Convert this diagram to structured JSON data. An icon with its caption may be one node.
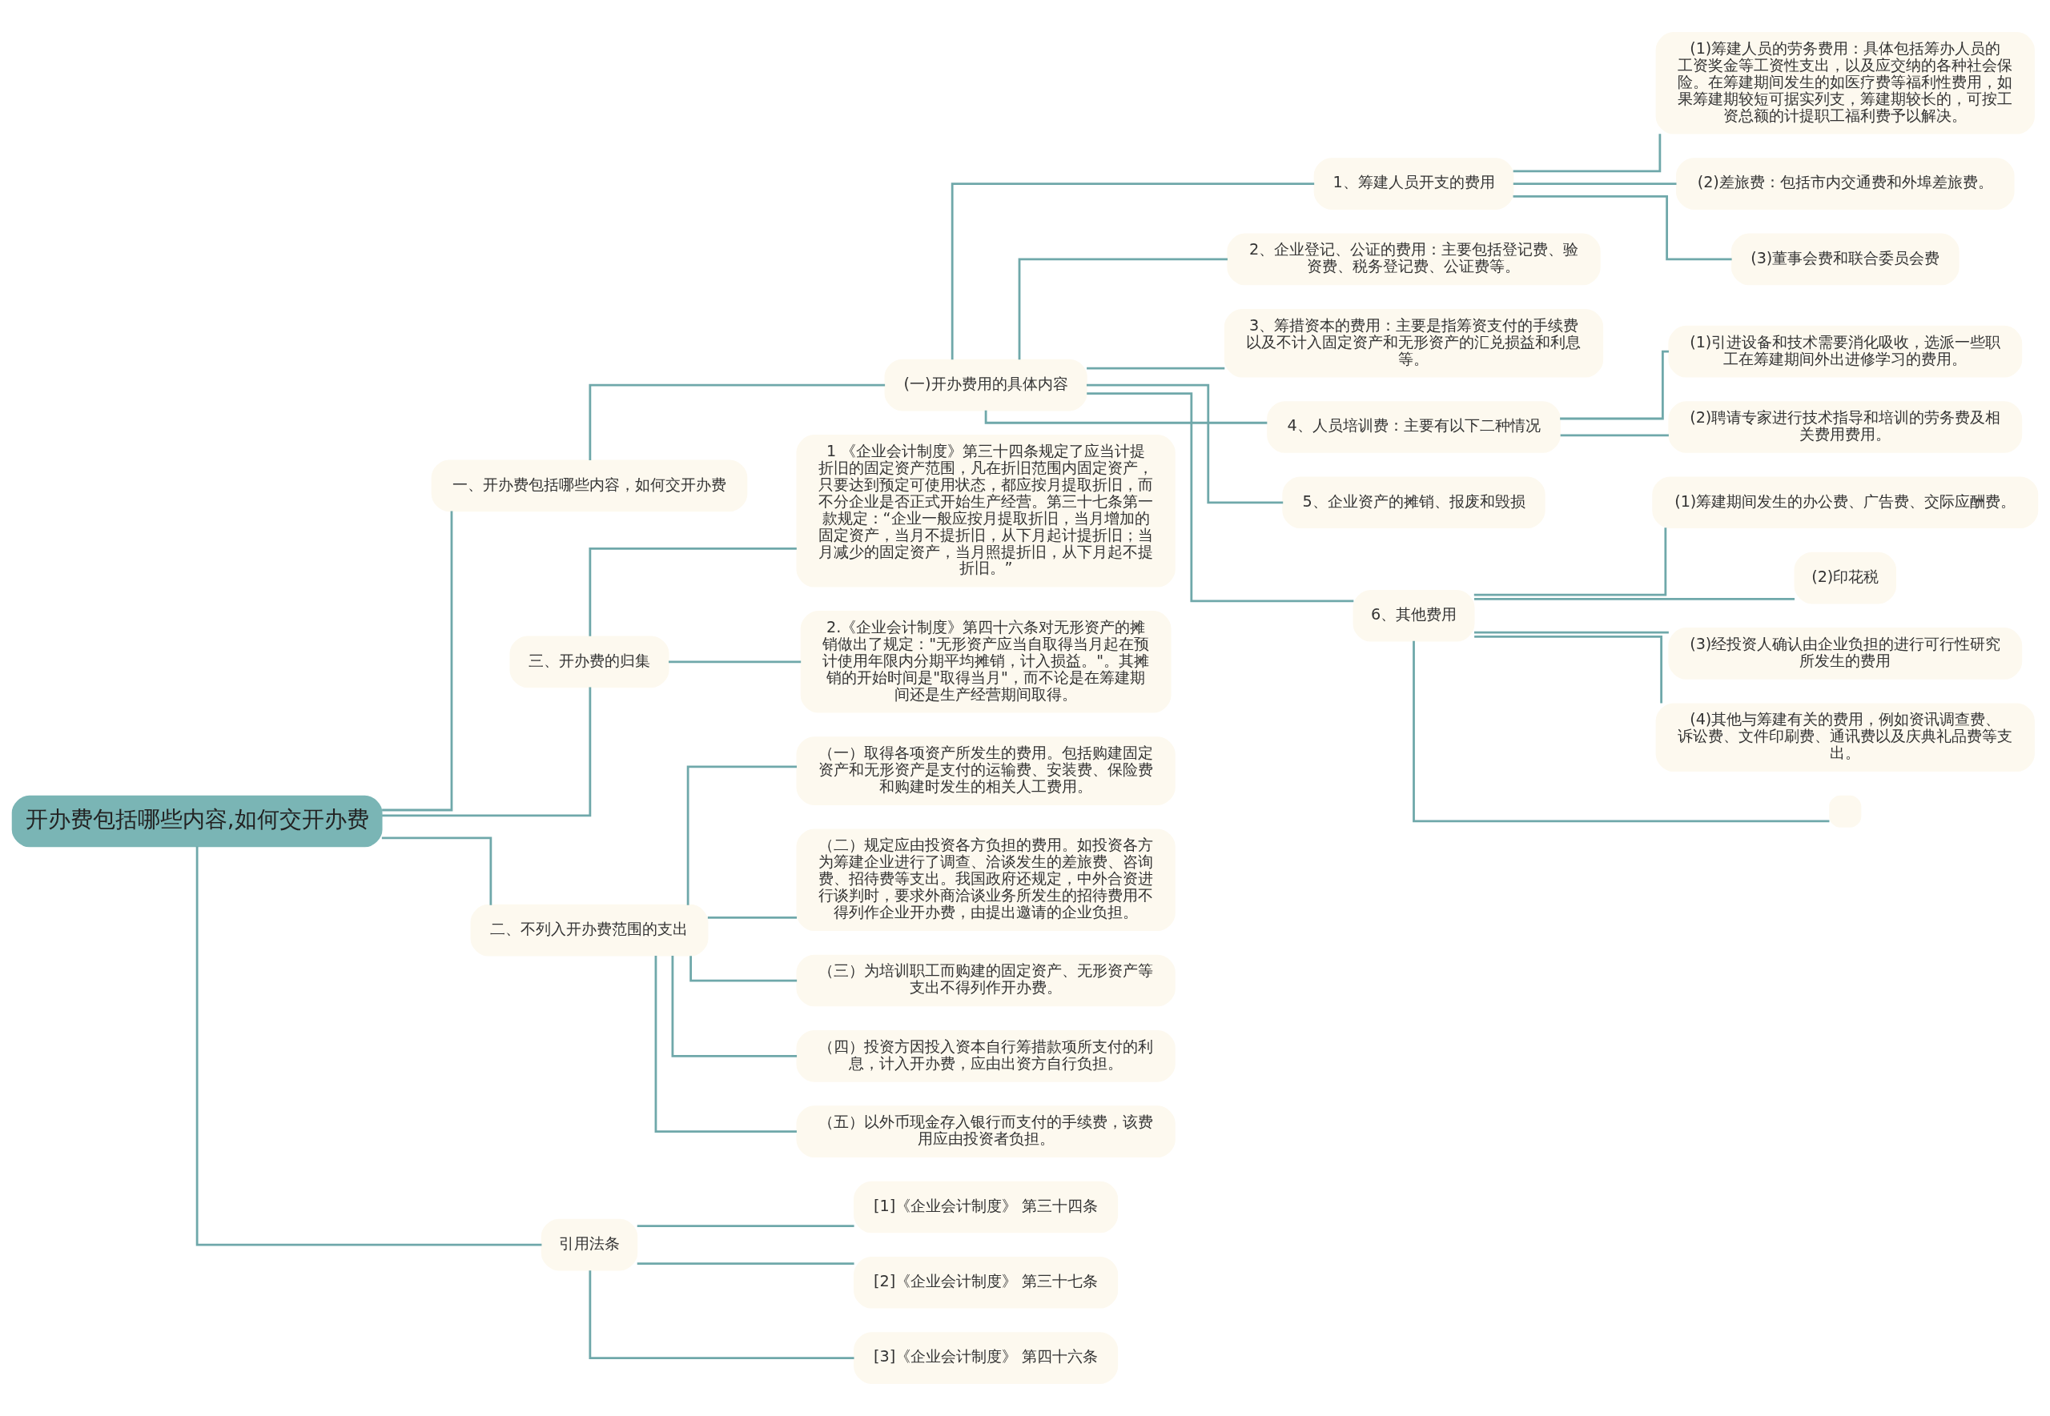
{
  "diagram": {
    "nodes": [
      {
        "text": [
          "开办费包括哪些内容,如何交开办费"
        ]
      },
      {
        "text": [
          "一、开办费包括哪些内容，如何交开办费"
        ]
      },
      {
        "text": [
          "(一)开办费用的具体内容"
        ]
      },
      {
        "text": [
          "1、筹建人员开支的费用"
        ]
      },
      {
        "text": [
          "(1)筹建人员的劳务费用：具体包括筹办人员的工资奖金等工资性支出，以及应交纳的各种社会保险。在筹建期间发生的如医疗费等福利性费用，如果筹建期较短可据实列支，筹建期较长的，可按工资总额的计提职工福利费予以解决。"
        ]
      },
      {
        "text": [
          "(2)差旅费：包括市内交通费和外埠差旅费。"
        ]
      },
      {
        "text": [
          "(3)董事会费和联合委员会费"
        ]
      },
      {
        "text": [
          "2、企业登记、公证的费用：主要包括登记费、验资费、税务登记费、公证费等。"
        ]
      },
      {
        "text": [
          "3、筹措资本的费用：主要是指筹资支付的手续费以及不计入固定资产和无形资产的汇兑损益和利息等。"
        ]
      },
      {
        "text": [
          "4、人员培训费：主要有以下二种情况"
        ]
      },
      {
        "text": [
          "(1)引进设备和技术需要消化吸收，选派一些职工在筹建期间外出进修学习的费用。"
        ]
      },
      {
        "text": [
          "(2)聘请专家进行技术指导和培训的劳务费及相关费用费用。"
        ]
      },
      {
        "text": [
          "5、企业资产的摊销、报废和毁损"
        ]
      },
      {
        "text": [
          "6、其他费用"
        ]
      },
      {
        "text": [
          "(1)筹建期间发生的办公费、广告费、交际应酬费。"
        ]
      },
      {
        "text": [
          "(2)印花税"
        ]
      },
      {
        "text": [
          "(3)经投资人确认由企业负担的进行可行性研究所发生的费用"
        ]
      },
      {
        "text": [
          "(4)其他与筹建有关的费用，例如资讯调查费、诉讼费、文件印刷费、通讯费以及庆典礼品费等支出。"
        ]
      },
      {
        "text": [],
        "shape": "box"
      },
      {
        "text": [
          "三、开办费的归集"
        ]
      },
      {
        "text": [
          "1 《企业会计制度》第三十四条规定了应当计提折旧的固定资产范围，凡在折旧范围内固定资产，只要达到预定可使用状态，都应按月提取折旧，而不分企业是否正式开始生产经营。第三十七条第一款规定：“企业一般应按月提取折旧，当月增加的固定资产，当月不提折旧，从下月起计提折旧；当月减少的固定资产，当月照提折旧，从下月起不提折旧。”"
        ]
      },
      {
        "text": [
          "2.《企业会计制度》第四十六条对无形资产的摊销做出了规定：\"无形资产应当自取得当月起在预计使用年限内分期平均摊销，计入损益。\"。其摊销的开始时间是\"取得当月\"，而不论是在筹建期间还是生产经营期间取得。"
        ]
      },
      {
        "text": [
          "二、不列入开办费范围的支出"
        ]
      },
      {
        "text": [
          "（一）取得各项资产所发生的费用。包括购建固定资产和无形资产是支付的运输费、安装费、保险费和购建时发生的相关人工费用。"
        ]
      },
      {
        "text": [
          "（二）规定应由投资各方负担的费用。如投资各方为筹建企业进行了调查、洽谈发生的差旅费、咨询费、招待费等支出。我国政府还规定，中外合资进行谈判时，要求外商洽谈业务所发生的招待费用不得列作企业开办费，由提出邀请的企业负担。"
        ]
      },
      {
        "text": [
          "（三）为培训职工而购建的固定资产、无形资产等支出不得列作开办费。"
        ]
      },
      {
        "text": [
          "（四）投资方因投入资本自行筹措款项所支付的利息，计入开办费，应由出资方自行负担。"
        ]
      },
      {
        "text": [
          "（五）以外币现金存入银行而支付的手续费，该费用应由投资者负担。"
        ]
      },
      {
        "text": [
          "引用法条"
        ]
      },
      {
        "text": [
          "[1]《企业会计制度》 第三十四条"
        ]
      },
      {
        "text": [
          "[2]《企业会计制度》 第三十七条"
        ]
      },
      {
        "text": [
          "[3]《企业会计制度》 第四十六条"
        ]
      }
    ],
    "edges": [
      {
        "from": 0,
        "to": 1,
        "arrow": "none"
      },
      {
        "from": 1,
        "to": 2,
        "arrow": "none"
      },
      {
        "from": 2,
        "to": 3,
        "arrow": "none"
      },
      {
        "from": 3,
        "to": 4,
        "arrow": "none"
      },
      {
        "from": 3,
        "to": 5,
        "arrow": "none"
      },
      {
        "from": 3,
        "to": 6,
        "arrow": "none"
      },
      {
        "from": 2,
        "to": 7,
        "arrow": "none"
      },
      {
        "from": 2,
        "to": 8,
        "arrow": "none"
      },
      {
        "from": 2,
        "to": 9,
        "arrow": "none"
      },
      {
        "from": 9,
        "to": 10,
        "arrow": "none"
      },
      {
        "from": 9,
        "to": 11,
        "arrow": "none"
      },
      {
        "from": 2,
        "to": 12,
        "arrow": "none"
      },
      {
        "from": 2,
        "to": 13,
        "arrow": "none"
      },
      {
        "from": 13,
        "to": 14,
        "arrow": "none"
      },
      {
        "from": 13,
        "to": 15,
        "arrow": "none"
      },
      {
        "from": 13,
        "to": 16,
        "arrow": "none"
      },
      {
        "from": 13,
        "to": 17,
        "arrow": "none"
      },
      {
        "from": 13,
        "to": 18,
        "arrow": "none"
      },
      {
        "from": 0,
        "to": 19,
        "arrow": "none"
      },
      {
        "from": 19,
        "to": 20,
        "arrow": "none"
      },
      {
        "from": 19,
        "to": 21,
        "arrow": "none"
      },
      {
        "from": 0,
        "to": 22,
        "arrow": "none"
      },
      {
        "from": 22,
        "to": 23,
        "arrow": "none"
      },
      {
        "from": 22,
        "to": 24,
        "arrow": "none"
      },
      {
        "from": 22,
        "to": 25,
        "arrow": "none"
      },
      {
        "from": 22,
        "to": 26,
        "arrow": "none"
      },
      {
        "from": 22,
        "to": 27,
        "arrow": "none"
      },
      {
        "from": 0,
        "to": 28,
        "arrow": "none"
      },
      {
        "from": 28,
        "to": 29,
        "arrow": "none"
      },
      {
        "from": 28,
        "to": 30,
        "arrow": "none"
      },
      {
        "from": 28,
        "to": 31,
        "arrow": "none"
      }
    ]
  }
}
